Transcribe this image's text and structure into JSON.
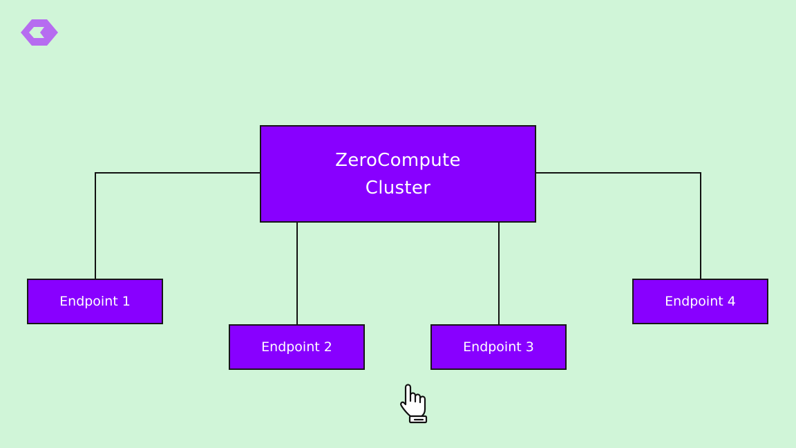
{
  "colors": {
    "background": "#d0f5d8",
    "box_fill": "#8800ff",
    "box_border": "#161616",
    "box_text": "#ffffff",
    "connector": "#111111",
    "logo": "#b66cf0"
  },
  "logo": {
    "icon": "brand-logo-icon"
  },
  "cluster": {
    "label": "ZeroCompute\nCluster"
  },
  "endpoints": [
    {
      "label": "Endpoint 1"
    },
    {
      "label": "Endpoint 2"
    },
    {
      "label": "Endpoint 3"
    },
    {
      "label": "Endpoint 4"
    }
  ],
  "edges": [
    {
      "from": "cluster",
      "to": "endpoint-1"
    },
    {
      "from": "cluster",
      "to": "endpoint-2"
    },
    {
      "from": "cluster",
      "to": "endpoint-3"
    },
    {
      "from": "cluster",
      "to": "endpoint-4"
    }
  ],
  "cursor": {
    "icon": "hand-pointer-icon"
  }
}
